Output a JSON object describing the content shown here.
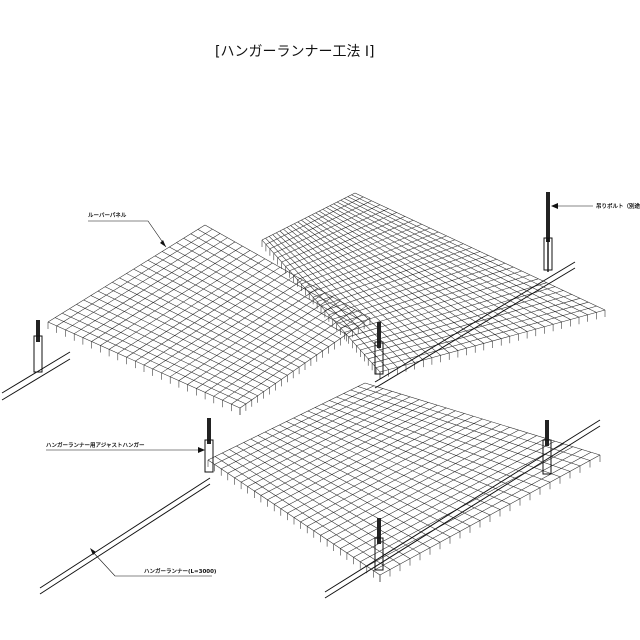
{
  "title": "[ハンガーランナー工法 Ⅰ]",
  "callouts": {
    "louver_panel": "ルーバーパネル",
    "hanger_bolt": "吊りボルト（別途）",
    "adjust_hanger": "ハンガーランナー用アジャストハンガー",
    "hanger_runner": "ハンガーランナー(L=3000)"
  },
  "icons": {
    "leader_arrow": "arrowhead-icon"
  }
}
